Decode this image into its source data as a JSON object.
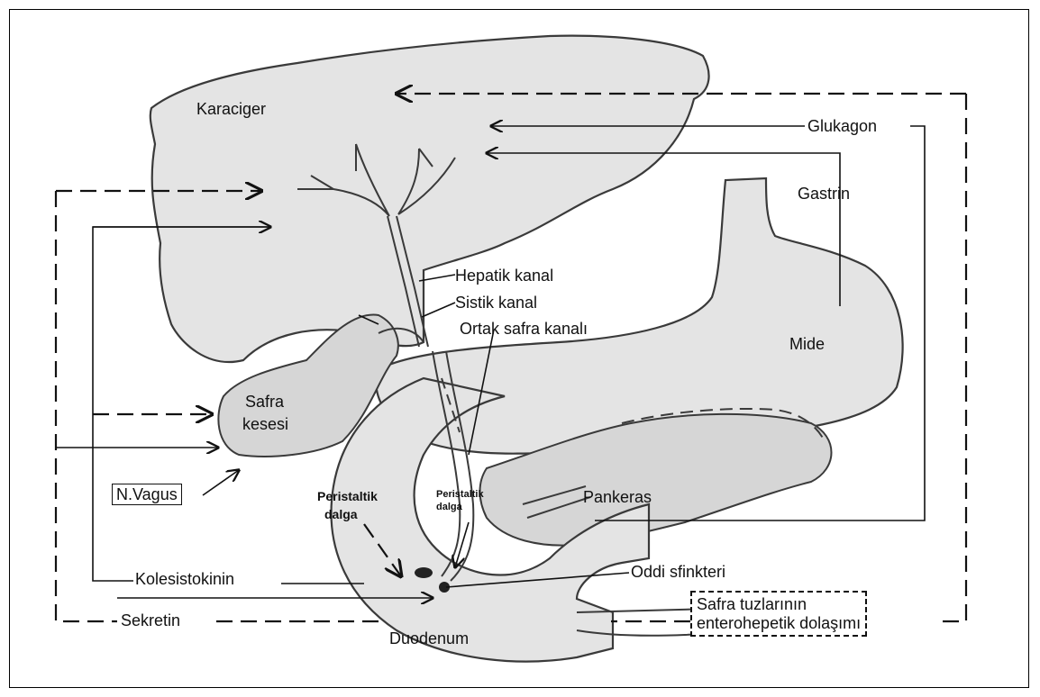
{
  "labels": {
    "karaciger": "Karaciger",
    "glukagon": "Glukagon",
    "gastrin": "Gastrin",
    "hepatik_kanal": "Hepatik kanal",
    "sistik_kanal": "Sistik kanal",
    "ortak_safra_kanali": "Ortak safra kanalı",
    "mide": "Mide",
    "safra_kesesi_1": "Safra",
    "safra_kesesi_2": "kesesi",
    "n_vagus": "N.Vagus",
    "peristaltik_1a": "Peristaltik",
    "peristaltik_1b": "dalga",
    "peristaltik_2a": "Peristaltik",
    "peristaltik_2b": "dalga",
    "pankreas": "Pankeras",
    "kolesistokinin": "Kolesistokinin",
    "oddi": "Oddi sfinkteri",
    "sekretin": "Sekretin",
    "duodenum": "Duodenum",
    "safra_tuzlari_1": "Safra tuzlarının",
    "safra_tuzlari_2": "enterohepetik dolaşımı"
  }
}
